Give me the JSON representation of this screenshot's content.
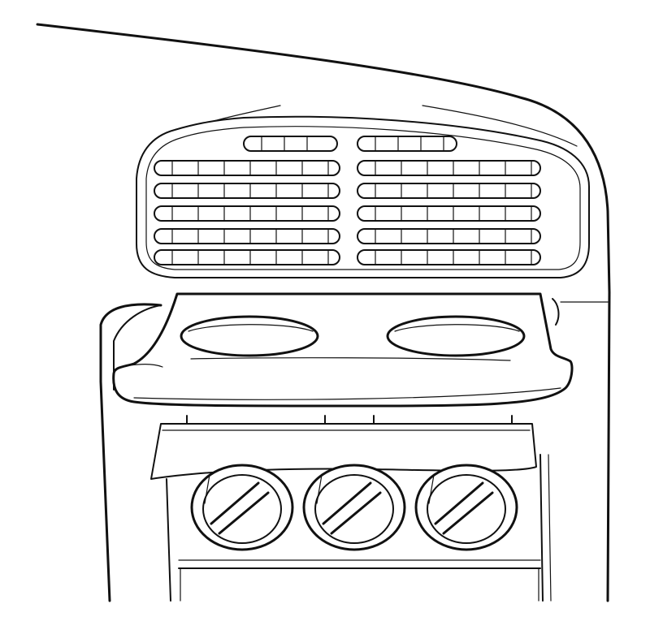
{
  "illustration": {
    "subject": "",
    "colors": {
      "ink": "#111111",
      "paper": "#ffffff"
    },
    "parts": {
      "defroster_grille": {
        "slots_left_columns": 6,
        "slots_right_columns": 6,
        "rows": 6
      },
      "cup_holder_tray": {
        "cup_openings": 2
      },
      "lower_vents": {
        "round_vents": 3
      }
    }
  }
}
